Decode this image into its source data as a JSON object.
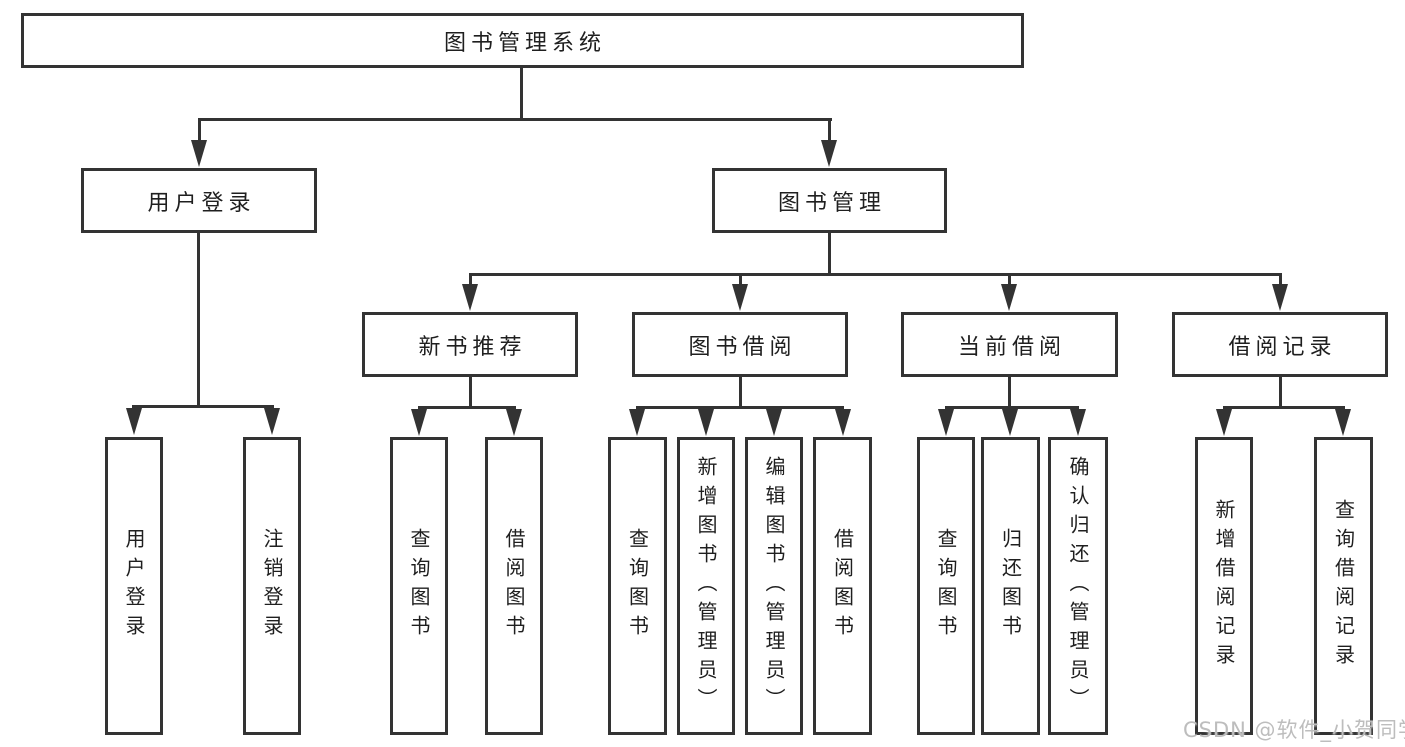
{
  "tree": {
    "root": {
      "label": "图书管理系统",
      "children": [
        {
          "label": "用户登录",
          "children": [
            {
              "label": "用户登录"
            },
            {
              "label": "注销登录"
            }
          ]
        },
        {
          "label": "图书管理",
          "children": [
            {
              "label": "新书推荐",
              "children": [
                {
                  "label": "查询图书"
                },
                {
                  "label": "借阅图书"
                }
              ]
            },
            {
              "label": "图书借阅",
              "children": [
                {
                  "label": "查询图书"
                },
                {
                  "label": "新增图书（管理员）"
                },
                {
                  "label": "编辑图书（管理员）"
                },
                {
                  "label": "借阅图书"
                }
              ]
            },
            {
              "label": "当前借阅",
              "children": [
                {
                  "label": "查询图书"
                },
                {
                  "label": "归还图书"
                },
                {
                  "label": "确认归还（管理员）"
                }
              ]
            },
            {
              "label": "借阅记录",
              "children": [
                {
                  "label": "新增借阅记录"
                },
                {
                  "label": "查询借阅记录"
                }
              ]
            }
          ]
        }
      ]
    }
  },
  "watermark": {
    "text": "CSDN @软件_小贺同学"
  },
  "colors": {
    "line": "#333333",
    "text": "#1f1f1f",
    "background": "#ffffff",
    "watermark": "#bdbdbd"
  }
}
